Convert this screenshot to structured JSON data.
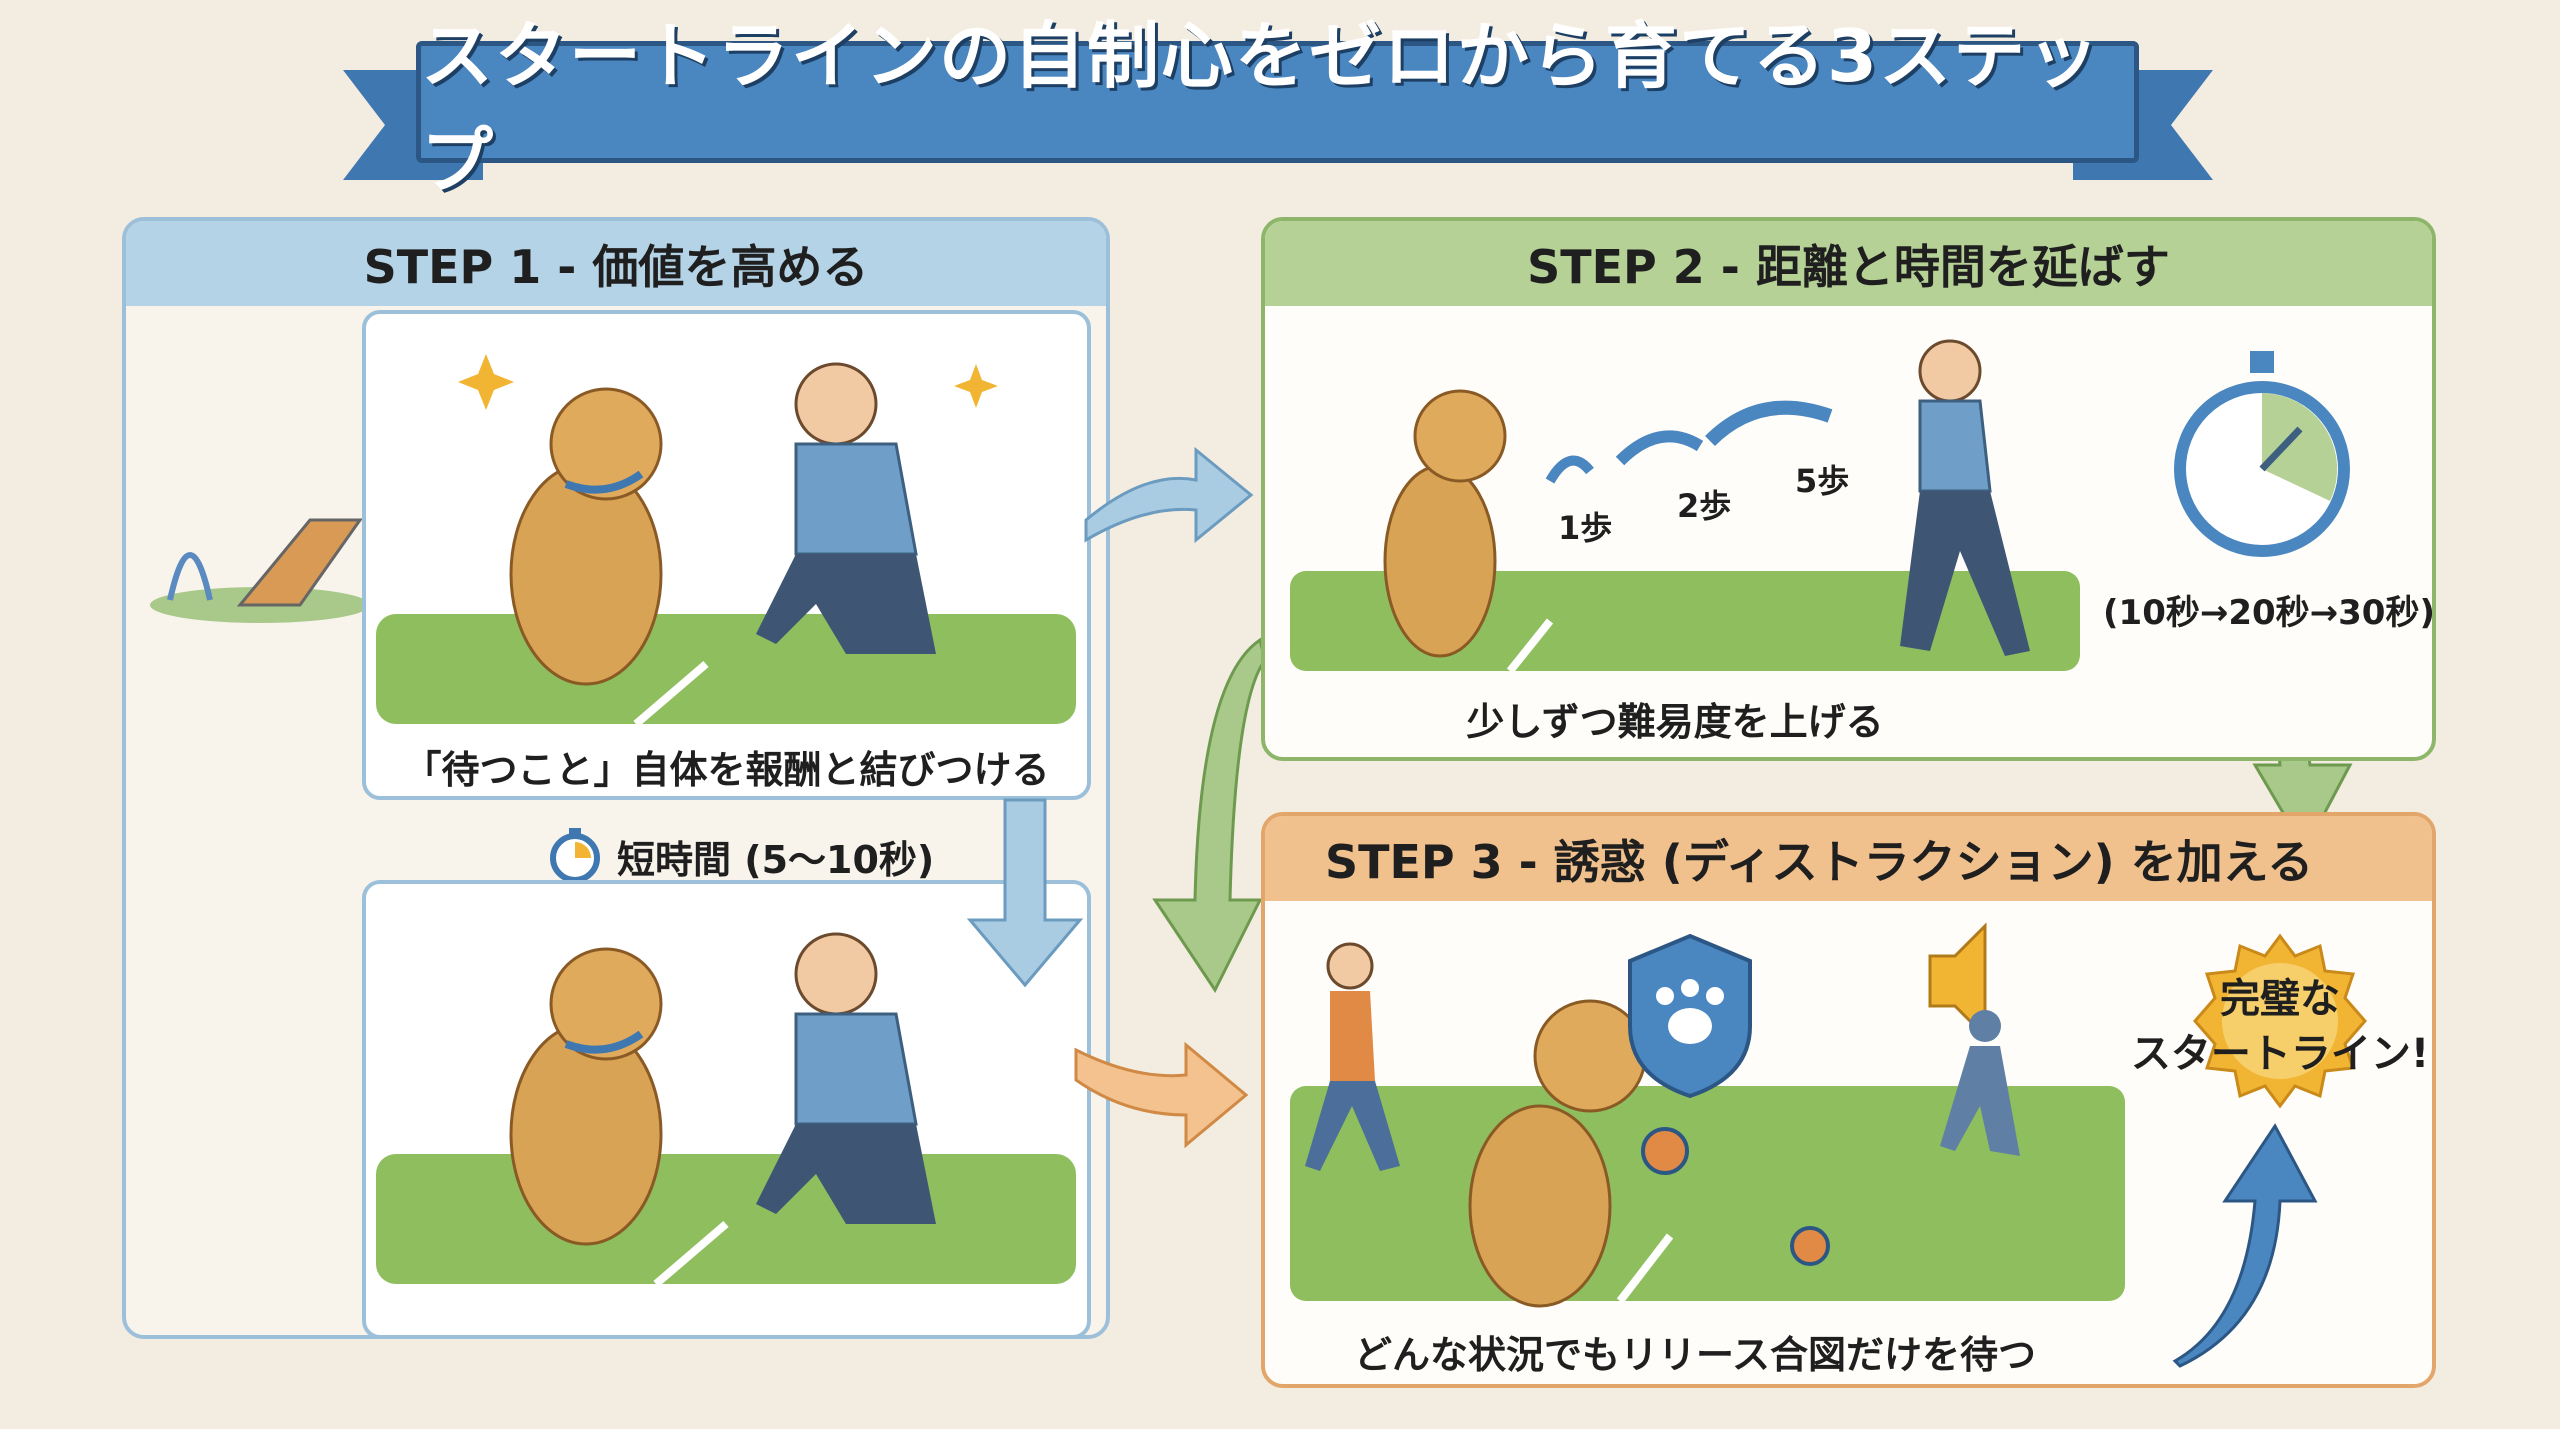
{
  "title": "スタートラインの自制心をゼロから育てる3ステップ",
  "colors": {
    "blue": "#4a86c0",
    "green": "#8db66a",
    "orange": "#eaa866",
    "background": "#f3ece0"
  },
  "step1": {
    "header": "STEP 1 - 価値を高める",
    "caption": "「待つこと」自体を報酬と結びつける",
    "timer_icon": "stopwatch-icon",
    "duration": "短時間 (5〜10秒)"
  },
  "step2": {
    "header": "STEP 2 - 距離と時間を延ばす",
    "distances": [
      "1歩",
      "2歩",
      "5歩"
    ],
    "time_progression": "(10秒→20秒→30秒)",
    "caption": "少しずつ難易度を上げる"
  },
  "step3": {
    "header": "STEP 3 - 誘惑 (ディストラクション) を加える",
    "caption": "どんな状況でもリリース合図だけを待つ",
    "badge_line1": "完璧な",
    "badge_line2": "スタートライン!"
  }
}
